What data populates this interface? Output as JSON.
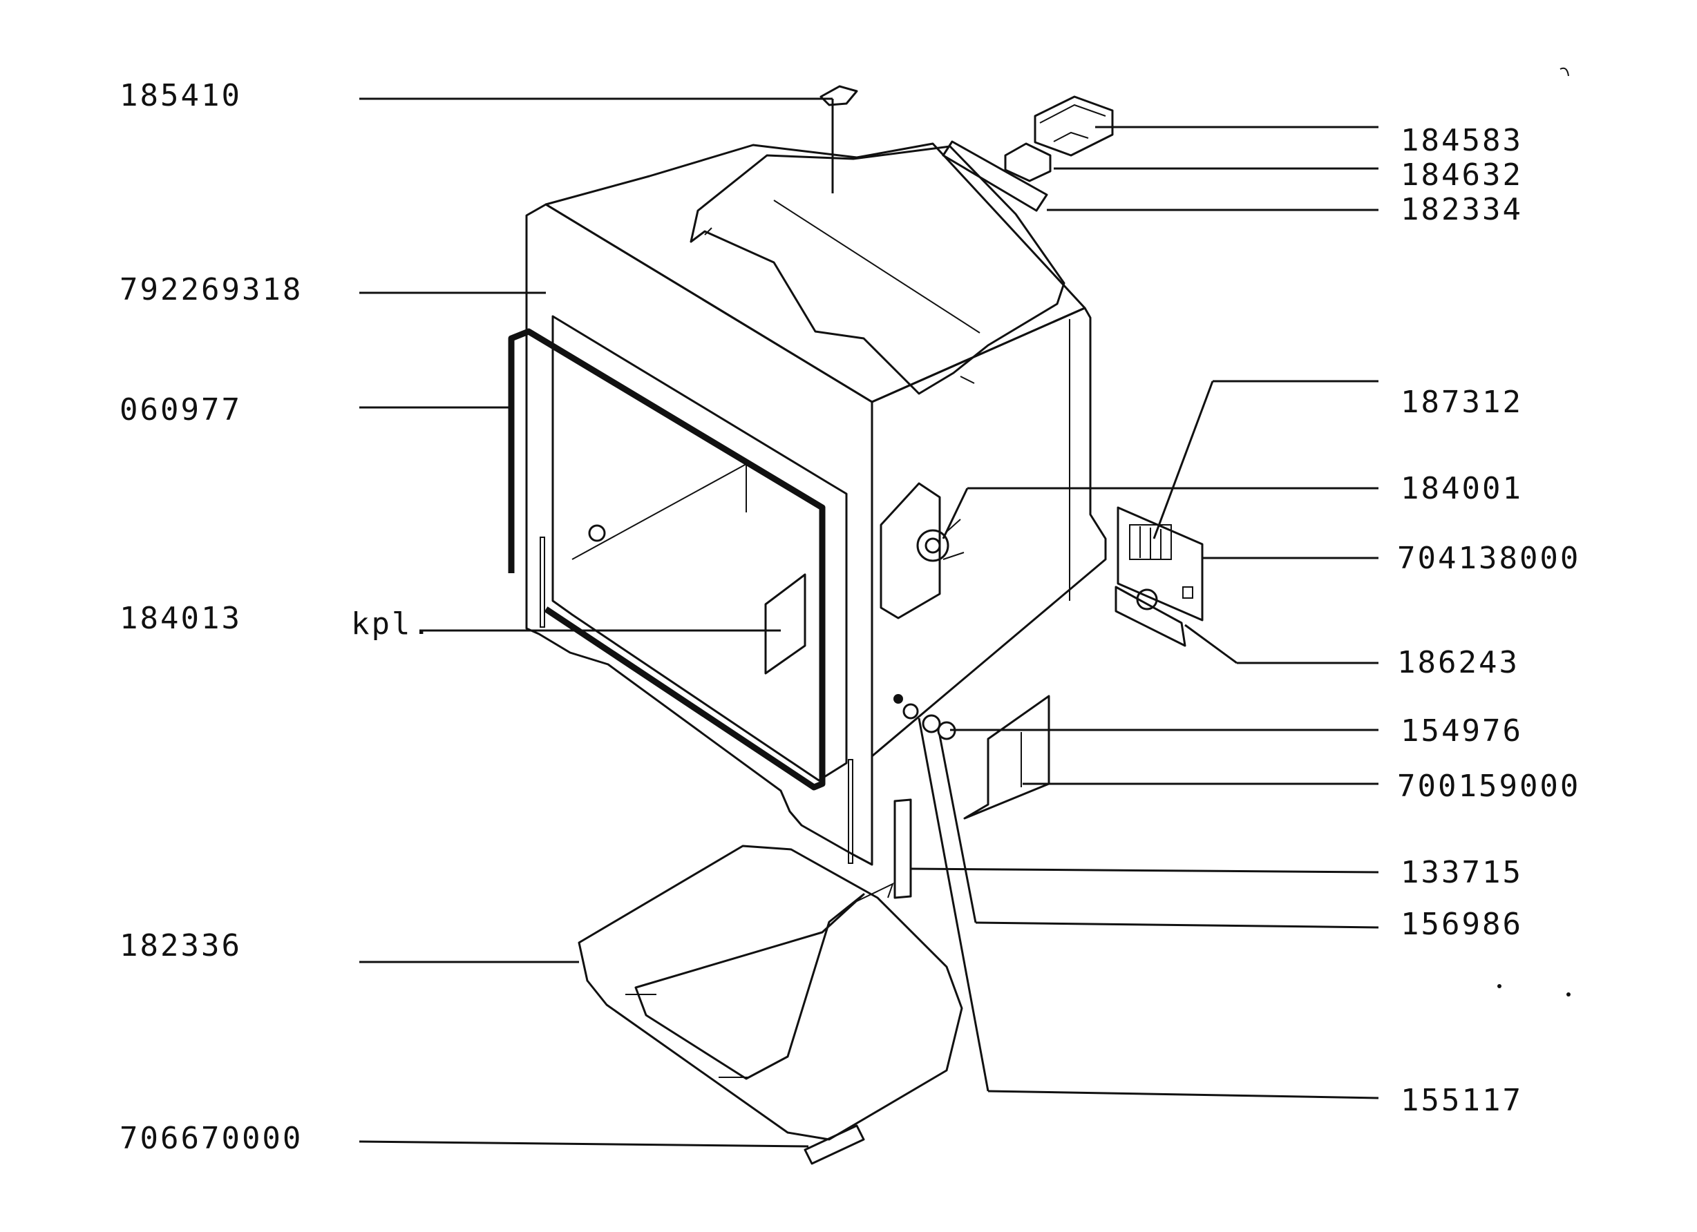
{
  "labels_left": [
    {
      "id": "185410",
      "text": "185410"
    },
    {
      "id": "792269318",
      "text": "792269318"
    },
    {
      "id": "060977",
      "text": "060977"
    },
    {
      "id": "184013",
      "text": "184013"
    },
    {
      "id": "kpl",
      "text": "kpl."
    },
    {
      "id": "182336",
      "text": "182336"
    },
    {
      "id": "706670000",
      "text": "706670000"
    }
  ],
  "labels_right": [
    {
      "id": "184583",
      "text": "184583"
    },
    {
      "id": "184632",
      "text": "184632"
    },
    {
      "id": "182334",
      "text": "182334"
    },
    {
      "id": "187312",
      "text": "187312"
    },
    {
      "id": "184001",
      "text": "184001"
    },
    {
      "id": "704138000",
      "text": "704138000"
    },
    {
      "id": "186243",
      "text": "186243"
    },
    {
      "id": "154976",
      "text": "154976"
    },
    {
      "id": "700159000",
      "text": "700159000"
    },
    {
      "id": "133715",
      "text": "133715"
    },
    {
      "id": "156986",
      "text": "156986"
    },
    {
      "id": "155117",
      "text": "155117"
    }
  ]
}
